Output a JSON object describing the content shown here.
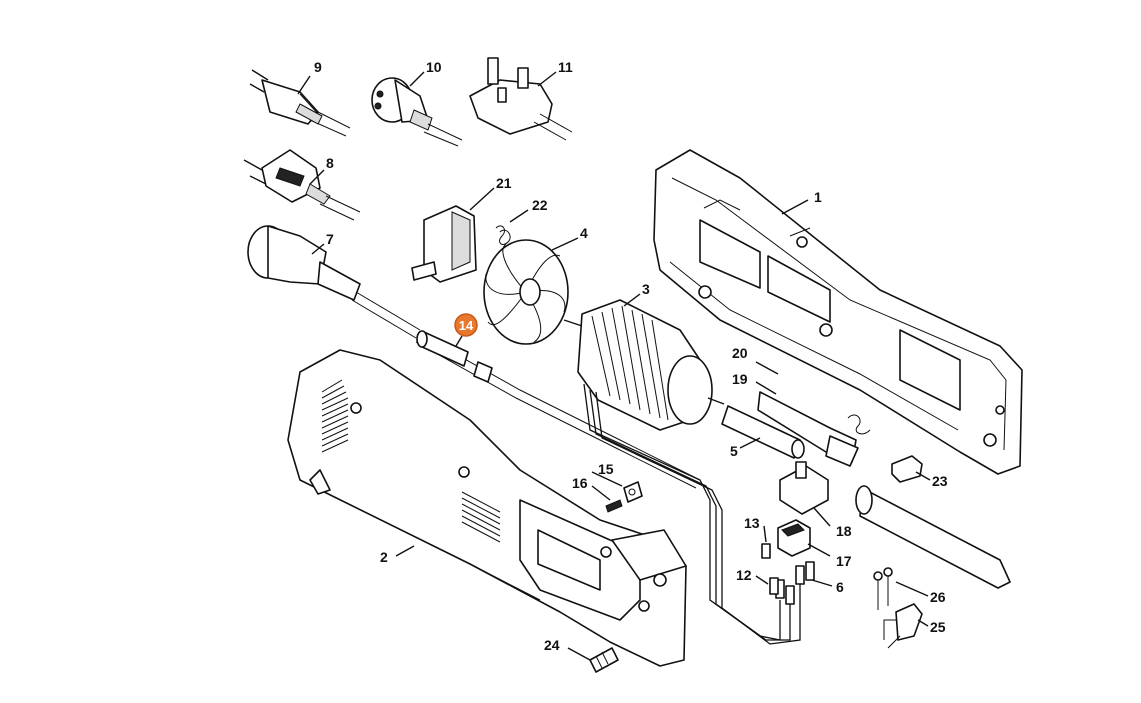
{
  "diagram": {
    "parts": [
      {
        "id": "1",
        "label": "1"
      },
      {
        "id": "2",
        "label": "2"
      },
      {
        "id": "3",
        "label": "3"
      },
      {
        "id": "4",
        "label": "4"
      },
      {
        "id": "5",
        "label": "5"
      },
      {
        "id": "6",
        "label": "6"
      },
      {
        "id": "7",
        "label": "7"
      },
      {
        "id": "8",
        "label": "8"
      },
      {
        "id": "9",
        "label": "9"
      },
      {
        "id": "10",
        "label": "10"
      },
      {
        "id": "11",
        "label": "11"
      },
      {
        "id": "12",
        "label": "12"
      },
      {
        "id": "13",
        "label": "13"
      },
      {
        "id": "14",
        "label": "14"
      },
      {
        "id": "15",
        "label": "15"
      },
      {
        "id": "16",
        "label": "16"
      },
      {
        "id": "17",
        "label": "17"
      },
      {
        "id": "18",
        "label": "18"
      },
      {
        "id": "19",
        "label": "19"
      },
      {
        "id": "20",
        "label": "20"
      },
      {
        "id": "21",
        "label": "21"
      },
      {
        "id": "22",
        "label": "22"
      },
      {
        "id": "23",
        "label": "23"
      },
      {
        "id": "24",
        "label": "24"
      },
      {
        "id": "25",
        "label": "25"
      },
      {
        "id": "26",
        "label": "26"
      }
    ],
    "highlighted_part": "14",
    "highlight_color": "#e8782e",
    "line_color": "#111111"
  }
}
